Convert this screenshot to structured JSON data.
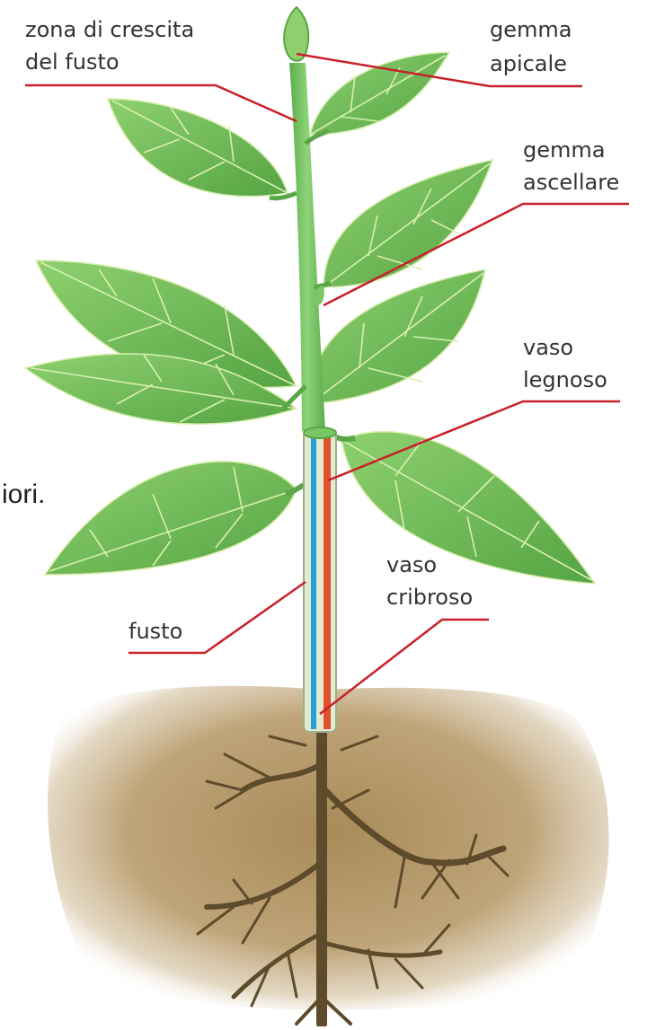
{
  "labels": {
    "growth_zone_line1": "zona di crescita",
    "growth_zone_line2": "del fusto",
    "apical_bud_line1": "gemma",
    "apical_bud_line2": "apicale",
    "axillary_bud_line1": "gemma",
    "axillary_bud_line2": "ascellare",
    "xylem_line1": "vaso",
    "xylem_line2": "legnoso",
    "stem": "fusto",
    "phloem_line1": "vaso",
    "phloem_line2": "cribroso"
  },
  "fragment_text": "iori.",
  "colors": {
    "leader_line": "#c8202a",
    "leaf": "#6fbf5a",
    "leaf_dark": "#4e9a3c",
    "leaf_vein": "#d9efb0",
    "stem": "#72c062",
    "soil": "#b89868",
    "root": "#5e4b2c",
    "xylem": "#e0502a",
    "phloem": "#2aa0d8",
    "text": "#333333"
  }
}
